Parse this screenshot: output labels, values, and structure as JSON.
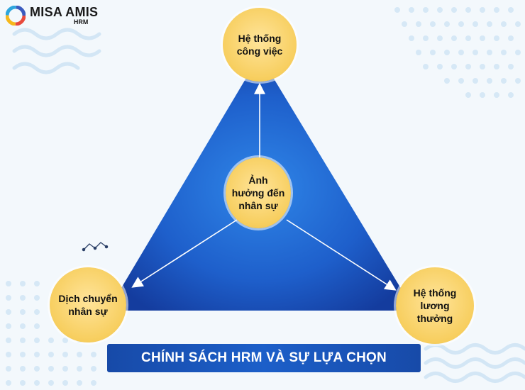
{
  "brand": {
    "name": "MISA AMIS",
    "product": "HRM",
    "logo_icon": "misa-amis-swirl-icon"
  },
  "nodes": {
    "top": "Hệ thống công việc",
    "center": "Ảnh hưởng đến nhân sự",
    "left": "Dịch chuyển nhân sự",
    "right": "Hệ thống lương thưởng"
  },
  "banner": {
    "title": "CHÍNH SÁCH HRM VÀ SỰ LỰA CHỌN"
  },
  "colors": {
    "triangle_light": "#2f86e8",
    "triangle_dark": "#143c9e",
    "node_fill": "#f7ce5e",
    "banner": "#1c5fc9",
    "wave": "#d3e6f5"
  }
}
